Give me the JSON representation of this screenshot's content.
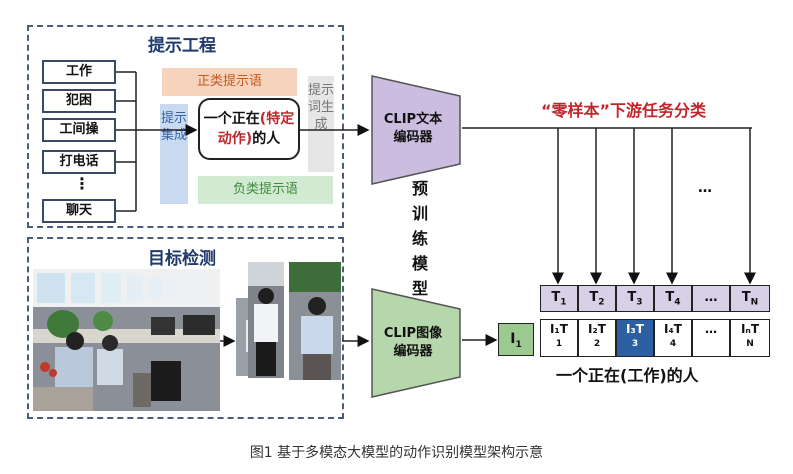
{
  "prompt_engineering": {
    "title": "提示工程",
    "actions": [
      "工作",
      "犯困",
      "工间操",
      "打电话",
      "⋮",
      "聊天"
    ],
    "positive_prompt": "正类提示语",
    "negative_prompt": "负类提示语",
    "prompt_integration": "提示集成",
    "prompt_generation": "提示词生成",
    "template_prefix": "一个正在",
    "template_highlight": "(特定动作)",
    "template_suffix": "的人"
  },
  "target_detection": {
    "title": "目标检测"
  },
  "clip_text_encoder": "CLIP文本编码器",
  "clip_image_encoder": "CLIP图像编码器",
  "pretraining": "预训练模型",
  "zero_shot_title": "“零样本”下游任务分类",
  "text_tokens": [
    {
      "main": "T",
      "sub": "1"
    },
    {
      "main": "T",
      "sub": "2"
    },
    {
      "main": "T",
      "sub": "3"
    },
    {
      "main": "T",
      "sub": "4"
    },
    {
      "main": "…",
      "sub": ""
    },
    {
      "main": "T",
      "sub": "N"
    }
  ],
  "image_token": {
    "main": "I",
    "sub": "1"
  },
  "similarity_cells": [
    {
      "top": "I₁T",
      "bottom": "1",
      "highlighted": false
    },
    {
      "top": "I₂T",
      "bottom": "2",
      "highlighted": false
    },
    {
      "top": "I₃T",
      "bottom": "3",
      "highlighted": true
    },
    {
      "top": "I₄T",
      "bottom": "4",
      "highlighted": false
    },
    {
      "top": "…",
      "bottom": "",
      "highlighted": false
    },
    {
      "top": "IₙT",
      "bottom": "N",
      "highlighted": false
    }
  ],
  "ellipsis_mid": "…",
  "result": "一个正在(工作)的人",
  "caption": "图1  基于多模态大模型的动作识别模型架构示意",
  "colors": {
    "section_title": "#1f3a6b",
    "highlight_red": "#c0272d",
    "text_encoder": "#cbbde0",
    "image_encoder": "#b5d7ab",
    "highlight_cell": "#2d5fa3"
  }
}
